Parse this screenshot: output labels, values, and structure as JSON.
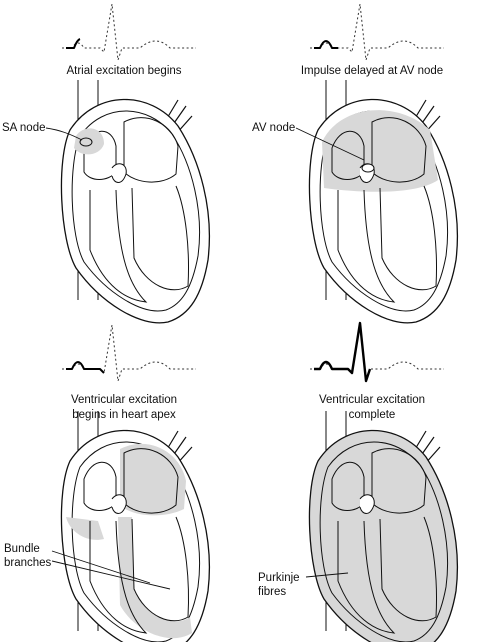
{
  "colors": {
    "stroke": "#111111",
    "excited_tissue": "#d8d8d8",
    "trace_active": "#000000",
    "trace_inactive": "#333333",
    "background": "#ffffff"
  },
  "panels": [
    {
      "id": "p1",
      "caption_lines": [
        "Atrial excitation begins"
      ],
      "labels": [
        {
          "text": "SA node"
        }
      ],
      "ecg_active_segment": "p-wave-start",
      "shaded_regions": [
        "sa-node"
      ]
    },
    {
      "id": "p2",
      "caption_lines": [
        "Impulse delayed at AV node"
      ],
      "labels": [
        {
          "text": "AV node"
        }
      ],
      "ecg_active_segment": "p-wave",
      "shaded_regions": [
        "atria"
      ]
    },
    {
      "id": "p3",
      "caption_lines": [
        "Ventricular excitation",
        "begins in heart apex"
      ],
      "labels": [
        {
          "text": "Bundle"
        },
        {
          "text": "branches"
        }
      ],
      "ecg_active_segment": "p-wave-q",
      "shaded_regions": [
        "atria-partial",
        "septum-apex"
      ]
    },
    {
      "id": "p4",
      "caption_lines": [
        "Ventricular excitation",
        "complete"
      ],
      "labels": [
        {
          "text": "Purkinje"
        },
        {
          "text": "fibres"
        }
      ],
      "ecg_active_segment": "p-qrs",
      "shaded_regions": [
        "ventricles"
      ]
    }
  ]
}
